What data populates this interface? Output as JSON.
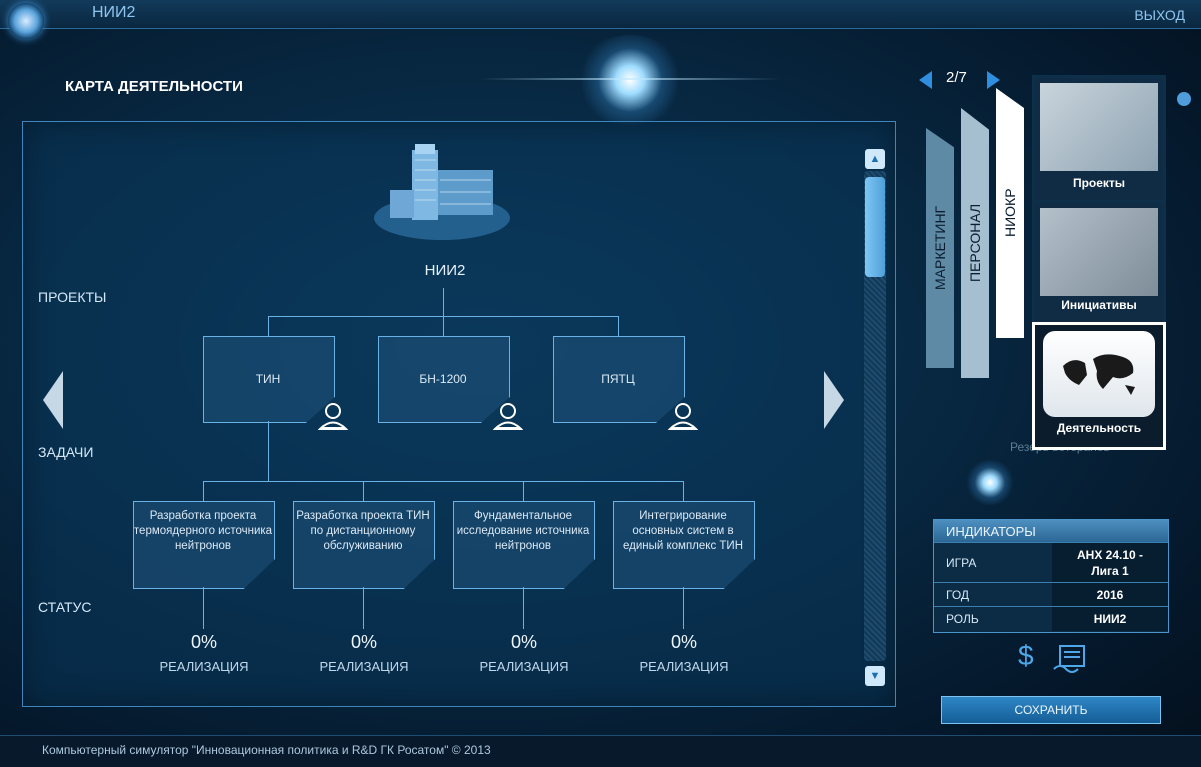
{
  "header": {
    "app_title": "НИИ2",
    "exit_label": "ВЫХОД"
  },
  "page_title": "КАРТА ДЕЯТЕЛЬНОСТИ",
  "org": {
    "name": "НИИ2"
  },
  "rows": {
    "projects": "ПРОЕКТЫ",
    "tasks": "ЗАДАЧИ",
    "status": "СТАТУС"
  },
  "projects": [
    {
      "label": "ТИН"
    },
    {
      "label": "БН-1200"
    },
    {
      "label": "ПЯТЦ"
    }
  ],
  "tasks": [
    {
      "label": "Разработка проекта термоядерного источника нейтронов",
      "percent": "0%",
      "status_label": "РЕАЛИЗАЦИЯ"
    },
    {
      "label": "Разработка проекта ТИН по дистанционному обслуживанию",
      "percent": "0%",
      "status_label": "РЕАЛИЗАЦИЯ"
    },
    {
      "label": "Фундаментальное исследование источника нейтронов",
      "percent": "0%",
      "status_label": "РЕАЛИЗАЦИЯ"
    },
    {
      "label": "Интегрирование основных систем в единый комплекс ТИН",
      "percent": "0%",
      "status_label": "РЕАЛИЗАЦИЯ"
    }
  ],
  "pager": {
    "text": "2/7"
  },
  "side_tabs": [
    "МАРКЕТИНГ",
    "ПЕРСОНАЛ",
    "НИОКР"
  ],
  "cards": [
    {
      "label": "Проекты"
    },
    {
      "label": "Инициативы"
    },
    {
      "label": "Деятельность"
    }
  ],
  "ghost_label": "Резерв ветеранов",
  "indicators": {
    "title": "ИНДИКАТОРЫ",
    "rows": [
      {
        "key": "ИГРА",
        "value": "АНХ 24.10 - Лига 1"
      },
      {
        "key": "ГОД",
        "value": "2016"
      },
      {
        "key": "РОЛЬ",
        "value": "НИИ2"
      }
    ]
  },
  "save_label": "СОХРАНИТЬ",
  "footer": "Компьютерный симулятор \"Инновационная политика и R&D ГК Росатом\" © 2013",
  "colors": {
    "accent": "#6ab2e6",
    "background": "#082a45",
    "panel": "#0a375a"
  }
}
